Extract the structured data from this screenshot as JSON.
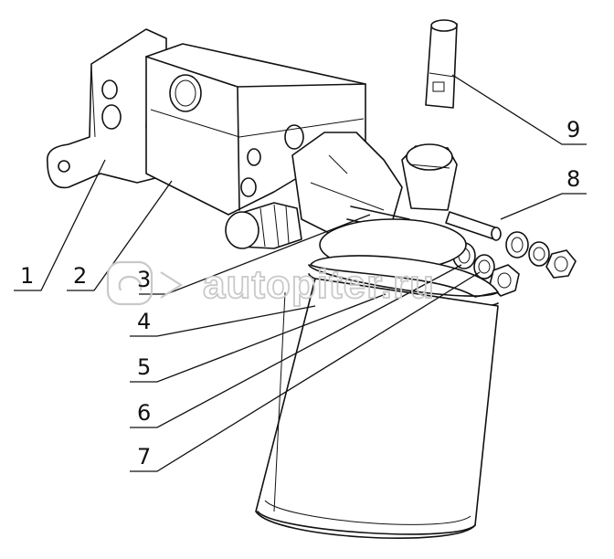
{
  "callouts": [
    {
      "label": "1"
    },
    {
      "label": "2"
    },
    {
      "label": "3"
    },
    {
      "label": "4"
    },
    {
      "label": "5"
    },
    {
      "label": "6"
    },
    {
      "label": "7"
    },
    {
      "label": "8"
    },
    {
      "label": "9"
    }
  ],
  "watermark": {
    "text": "autopiter.ru"
  },
  "colors": {
    "line": "#111111",
    "background": "#ffffff",
    "watermark": "#c9c9c9"
  }
}
